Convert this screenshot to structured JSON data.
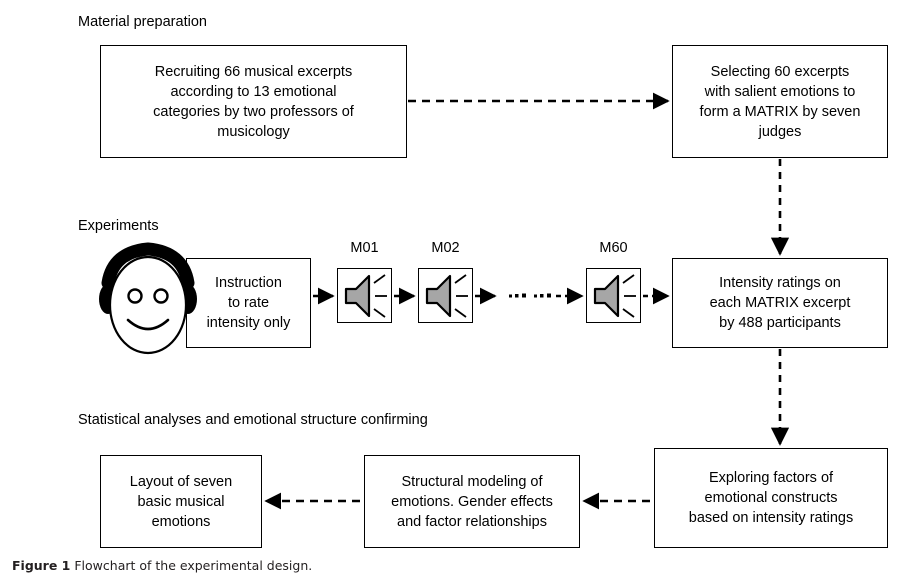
{
  "figure": {
    "caption_label": "Figure 1",
    "caption_text": "Flowchart of the experimental design.",
    "title": "Flowchart of the experimental design"
  },
  "sections": [
    {
      "id": "material-preparation",
      "label": "Material preparation"
    },
    {
      "id": "experiments",
      "label": "Experiments"
    },
    {
      "id": "statistical-analyses",
      "label": "Statistical analyses and emotional structure confirming"
    }
  ],
  "boxes": {
    "recruiting": {
      "lines": [
        "Recruiting 66 musical excerpts",
        "according to 13 emotional",
        "categories by two professors of",
        "musicology"
      ]
    },
    "selecting": {
      "lines": [
        "Selecting 60 excerpts",
        "with salient emotions to",
        "form a MATRIX by seven",
        "judges"
      ]
    },
    "instruction": {
      "lines": [
        "Instruction",
        "to rate",
        "intensity only"
      ]
    },
    "intensity_ratings": {
      "lines": [
        "Intensity ratings on",
        "each MATRIX excerpt",
        "by 488 participants"
      ]
    },
    "exploring_factors": {
      "lines": [
        "Exploring factors of",
        "emotional constructs",
        "based on intensity ratings"
      ]
    },
    "structural_modeling": {
      "lines": [
        "Structural modeling of",
        "emotions. Gender effects",
        "and factor relationships"
      ]
    },
    "layout_emotions": {
      "lines": [
        "Layout of seven",
        "basic musical",
        "emotions"
      ]
    }
  },
  "stimuli": [
    {
      "id": "m01",
      "label": "M01"
    },
    {
      "id": "m02",
      "label": "M02"
    },
    {
      "id": "m60",
      "label": "M60"
    }
  ],
  "icons": {
    "head": "smiling-face-with-headphones-icon",
    "speaker": "speaker-sound-icon",
    "ellipsis": "ellipsis-dots"
  },
  "colors": {
    "stroke": "#000000",
    "background": "#ffffff",
    "speaker_fill": "#a6a6a6",
    "caption_text": "#231f20"
  }
}
